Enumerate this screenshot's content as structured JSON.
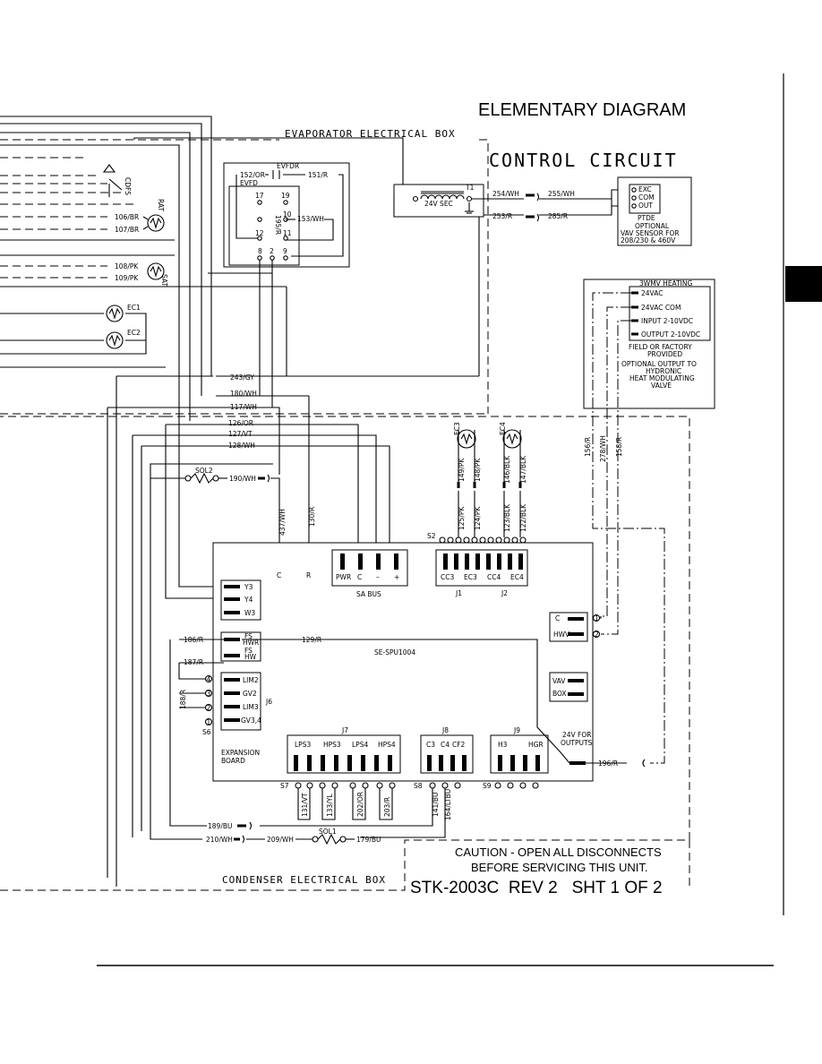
{
  "header": {
    "title": "ELEMENTARY DIAGRAM",
    "subtitle": "CONTROL CIRCUIT",
    "evap_box": "EVAPORATOR ELECTRICAL BOX",
    "cond_box": "CONDENSER ELECTRICAL BOX"
  },
  "caution": {
    "line1": "CAUTION - OPEN ALL DISCONNECTS",
    "line2": "BEFORE SERVICING THIS UNIT."
  },
  "doc_id": "STK-2003C  REV 2   SHT 1 OF 2",
  "transformer": {
    "name": "T1",
    "label": "24V SEC"
  },
  "ptde": {
    "name": "PTDE",
    "pins": [
      "EXC",
      "COM",
      "OUT"
    ],
    "note": [
      "OPTIONAL",
      "VAV SENSOR FOR",
      "208/230 & 460V"
    ]
  },
  "heating": {
    "title": "3WMV HEATING",
    "pins": [
      "24VAC",
      "24VAC COM",
      "INPUT 2-10VDC",
      "OUTPUT 2-10VDC"
    ],
    "note1": [
      "FIELD OR FACTORY",
      "PROVIDED"
    ],
    "note2": [
      "OPTIONAL OUTPUT TO",
      "HYDRONIC",
      "HEAT MODULATING",
      "VALVE"
    ]
  },
  "evfd": {
    "name": "EVFD",
    "relay": "EVFDR",
    "terminals": [
      "17",
      "19",
      "10",
      "12",
      "11",
      "8",
      "2",
      "9"
    ]
  },
  "sensors": [
    "CDFS",
    "RAT",
    "SAT",
    "EC1",
    "EC2",
    "EC3",
    "EC4"
  ],
  "board": {
    "name": "SE-SPU1004",
    "expansion": [
      "EXPANSION",
      "BOARD"
    ],
    "sa_bus": "SA BUS",
    "sa_pins": [
      "PWR",
      "C",
      "–",
      "+"
    ],
    "j1j2": [
      "CC3",
      "EC3",
      "CC4",
      "EC4"
    ],
    "j1": "J1",
    "j2": "J2",
    "y_terms": [
      "Y3",
      "Y4",
      "W3"
    ],
    "fs_hwr": [
      "FS",
      "HWR"
    ],
    "fs_hw": [
      "FS",
      "HW"
    ],
    "j6": "J6",
    "j6_terms": [
      "LIM2",
      "GV2",
      "LIM3",
      "GV3,4"
    ],
    "j7": "J7",
    "j7_pins": [
      "LPS3",
      "HPS3",
      "LPS4",
      "HPS4"
    ],
    "j8": "J8",
    "j8_pins": [
      "C3",
      "C4",
      "CF2"
    ],
    "j9": "J9",
    "j9_pins": [
      "H3",
      "HGR"
    ],
    "c_hwv": [
      "C",
      "HWV"
    ],
    "vav_box": [
      "VAV",
      "BOX"
    ],
    "out24": [
      "24V FOR",
      "OUTPUTS"
    ],
    "c_label": "C",
    "r_label": "R",
    "s_labels": [
      "S2",
      "S6",
      "S7",
      "S8",
      "S9"
    ]
  },
  "solenoids": [
    "SOL1",
    "SOL2"
  ],
  "wires": {
    "w106": "106/BR",
    "w107": "107/BR",
    "w108": "108/PK",
    "w109": "109/PK",
    "w152": "152/OR",
    "w151": "151/R",
    "w153": "153/WH",
    "w195": "195/R",
    "w254": "254/WH",
    "w255": "255/WH",
    "w253": "253/R",
    "w285": "285/R",
    "w243": "243/GY",
    "w180": "180/WH",
    "w117": "117/WH",
    "w126": "126/OR",
    "w127": "127/VT",
    "w128": "128/WH",
    "w190": "190/WH",
    "w437": "437/WH",
    "w130": "130/R",
    "w149": "149/PK",
    "w148": "148/PK",
    "w146": "146/BLK",
    "w147": "147/BLK",
    "w125": "125/PK",
    "w124": "124/PK",
    "w123": "123/BLK",
    "w122": "122/BLK",
    "w156": "156/R",
    "w278": "278/WH",
    "w158": "158/R",
    "w186": "186/R",
    "w129": "129/R",
    "w187": "187/R",
    "w188": "188/R",
    "w196": "196/R",
    "w131": "131/VT",
    "w133": "133/YL",
    "w202": "202/OR",
    "w203": "203/R",
    "w141": "141/BU",
    "w164": "164/LTBU",
    "w189": "189/BU",
    "w210": "210/WH",
    "w209": "209/WH",
    "w179": "179/BU"
  }
}
